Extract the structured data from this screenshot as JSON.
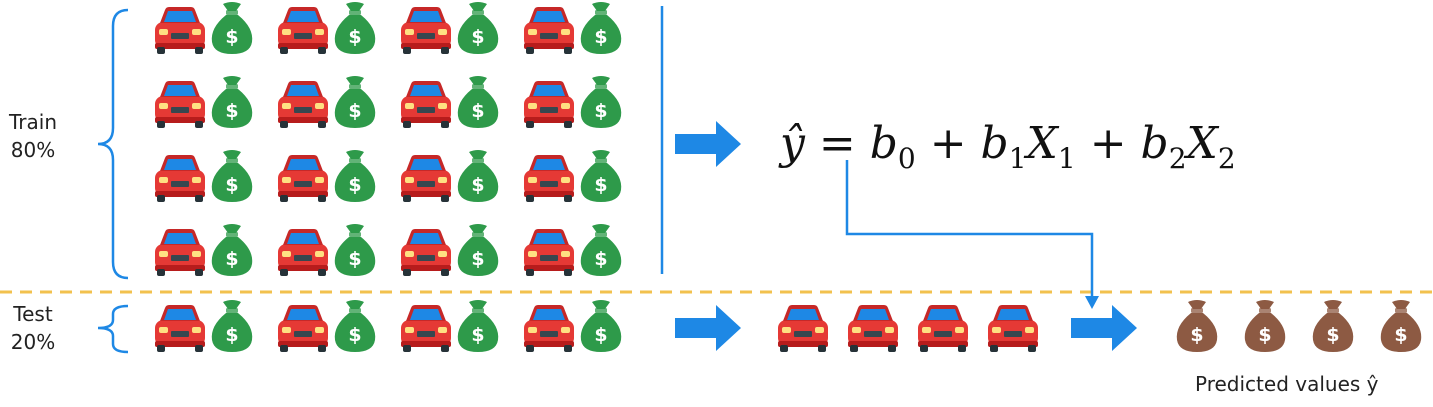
{
  "labels": {
    "train_name": "Train",
    "train_pct": "80%",
    "test_name": "Test",
    "test_pct": "20%",
    "predicted": "Predicted values ŷ"
  },
  "formula": {
    "lhs": "ŷ",
    "eq": " = ",
    "b0": "b",
    "b0_sub": "0",
    "plus1": " + ",
    "b1": "b",
    "b1_sub": "1",
    "x1": "X",
    "x1_sub": "1",
    "plus2": " + ",
    "b2": "b",
    "b2_sub": "2",
    "x2": "X",
    "x2_sub": "2"
  },
  "colors": {
    "car_body": "#e53935",
    "car_window": "#1e88e5",
    "money_bag": "#2e9a4a",
    "predicted_bag": "#8d5a43",
    "arrow": "#1e88e5",
    "bracket": "#1e88e5",
    "dashed_divider": "#f2c14e"
  },
  "grid": {
    "train_rows": 4,
    "train_pairs_per_row": 4,
    "test_pairs": 4,
    "test_cars": 4,
    "predicted_bags": 4
  }
}
